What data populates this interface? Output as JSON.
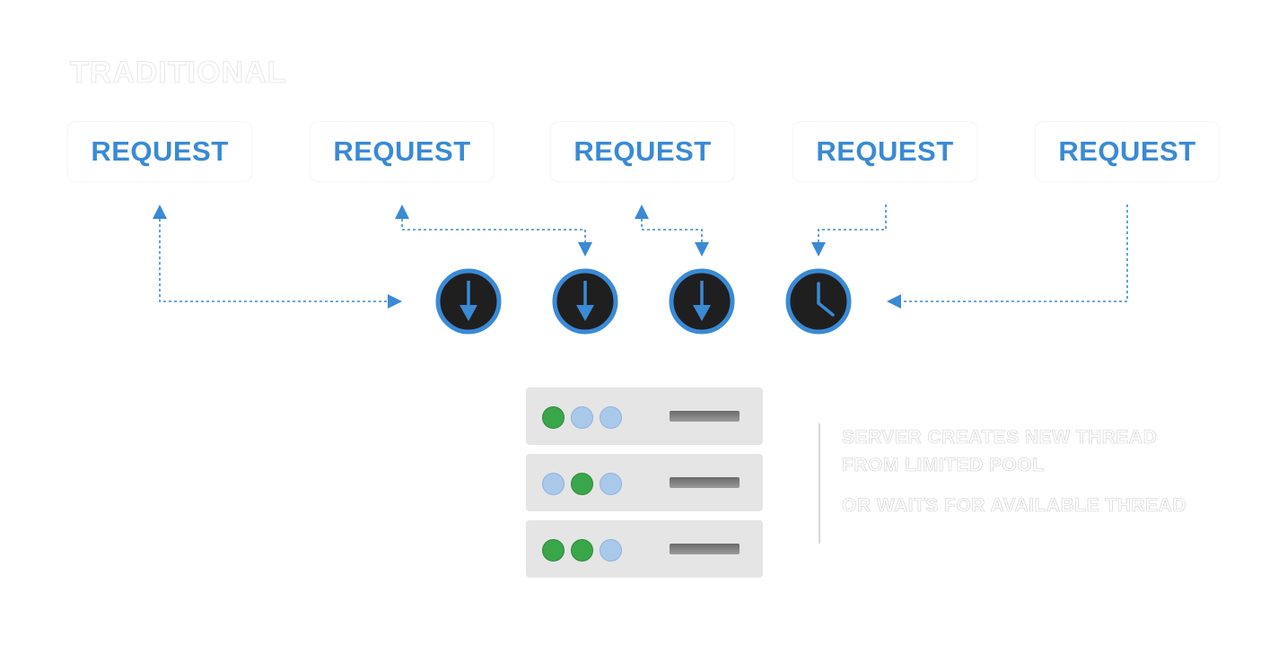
{
  "title": "TRADITIONAL",
  "requests": [
    {
      "label": "REQUEST"
    },
    {
      "label": "REQUEST"
    },
    {
      "label": "REQUEST"
    },
    {
      "label": "REQUEST"
    },
    {
      "label": "REQUEST"
    }
  ],
  "threads": [
    {
      "icon": "down-arrow-icon"
    },
    {
      "icon": "down-arrow-icon"
    },
    {
      "icon": "down-arrow-icon"
    },
    {
      "icon": "clock-icon"
    }
  ],
  "server": {
    "icon": "server-rack-icon",
    "units": [
      {
        "leds": [
          "green",
          "blue",
          "blue"
        ]
      },
      {
        "leds": [
          "blue",
          "green",
          "blue"
        ]
      },
      {
        "leds": [
          "green",
          "green",
          "blue"
        ]
      }
    ]
  },
  "note": {
    "line1": "SERVER CREATES NEW THREAD FROM LIMITED POOL",
    "line2": "OR WAITS FOR AVAILABLE THREAD"
  },
  "colors": {
    "accent": "#3a8ad6",
    "thread_fill": "#1f1f1f",
    "led_green": "#3aa64a",
    "led_blue": "#a9c9ea"
  }
}
